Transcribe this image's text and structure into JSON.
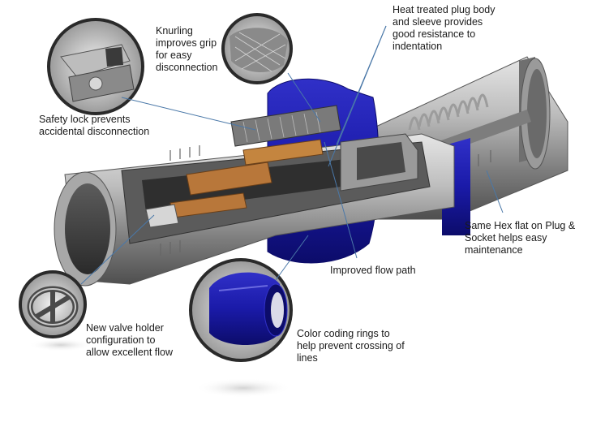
{
  "labels": {
    "heat_treated": [
      "Heat treated plug body",
      "and sleeve provides",
      "good resistance to",
      "indentation"
    ],
    "knurling": [
      "Knurling",
      "improves grip",
      "for easy",
      "disconnection"
    ],
    "safety_lock": [
      "Safety lock prevents",
      "accidental disconnection"
    ],
    "same_hex": [
      "Same Hex flat on Plug &",
      "Socket helps easy",
      "maintenance"
    ],
    "flow_path": [
      "Improved flow path"
    ],
    "valve_holder": [
      "New valve holder",
      "configuration to",
      "allow excellent flow"
    ],
    "color_rings": [
      "Color coding rings to",
      "help prevent crossing of",
      "lines"
    ]
  },
  "colors": {
    "steel_dark": "#4a4a4a",
    "steel_mid": "#8c8c8c",
    "steel_light": "#c8c8c8",
    "ring_blue": "#1a1aa8",
    "ring_blue_dark": "#0c0c6a",
    "brass": "#b8773a",
    "leader": "#4a78a8"
  }
}
